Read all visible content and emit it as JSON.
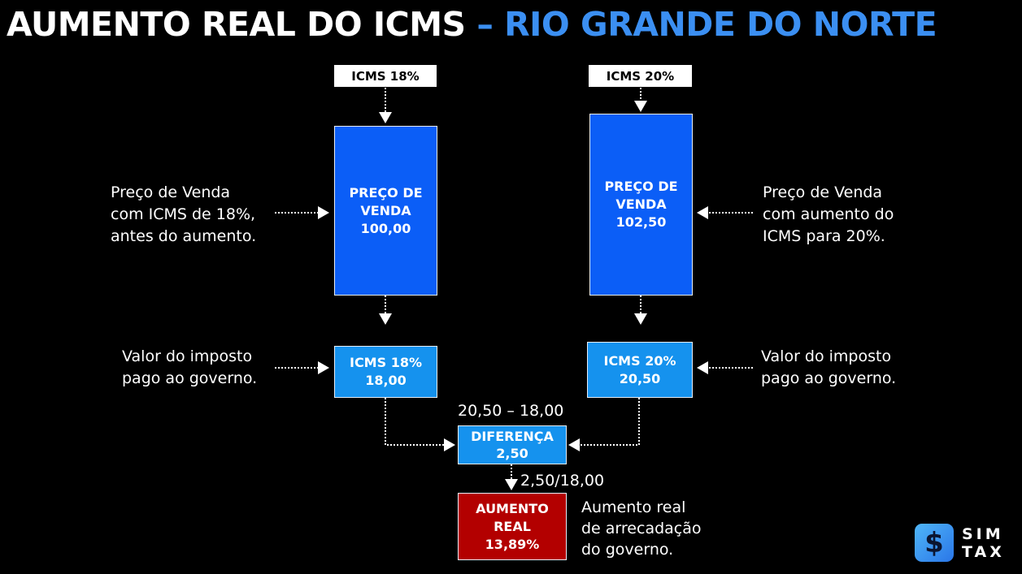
{
  "title": {
    "part1": "AUMENTO REAL DO ICMS",
    "part2": "– RIO GRANDE DO NORTE"
  },
  "left": {
    "tag": "ICMS 18%",
    "price_box": {
      "line1": "PREÇO DE",
      "line2": "VENDA",
      "value": "100,00"
    },
    "price_note": [
      "Preço de Venda",
      "com ICMS de 18%,",
      "antes do aumento."
    ],
    "tax_box": {
      "label": "ICMS 18%",
      "value": "18,00"
    },
    "tax_note": [
      "Valor do imposto",
      "pago ao governo."
    ]
  },
  "right": {
    "tag": "ICMS 20%",
    "price_box": {
      "line1": "PREÇO DE",
      "line2": "VENDA",
      "value": "102,50"
    },
    "price_note": [
      "Preço de Venda",
      "com aumento do",
      "ICMS para 20%."
    ],
    "tax_box": {
      "label": "ICMS 20%",
      "value": "20,50"
    },
    "tax_note": [
      "Valor do imposto",
      "pago ao governo."
    ]
  },
  "difference": {
    "formula": "20,50 – 18,00",
    "label": "DIFERENÇA",
    "value": "2,50"
  },
  "result": {
    "formula": "2,50/18,00",
    "line1": "AUMENTO",
    "line2": "REAL",
    "value": "13,89%",
    "note": [
      "Aumento real",
      "de arrecadação",
      "do governo."
    ]
  },
  "logo": {
    "icon": "dollar-icon",
    "line1": "SIM",
    "line2": "TAX"
  },
  "colors": {
    "title_accent": "#3b8ff2",
    "price_box": "#0b5ef7",
    "tax_box": "#1592ee",
    "result_box": "#b30000"
  }
}
